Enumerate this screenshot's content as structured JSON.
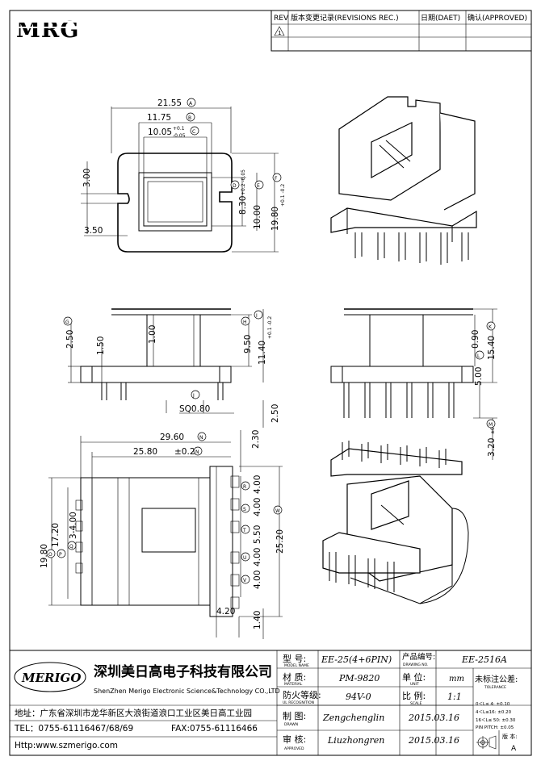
{
  "logo": {
    "brand": "MRG"
  },
  "revision_table": {
    "headers": [
      "REV",
      "版本变更记录(REVISIONS REC.)",
      "日期(DAET)",
      "确认(APPROVED)"
    ],
    "rev_mark": "1"
  },
  "dims_top": {
    "d_a": "21.55",
    "d_b": "11.75",
    "d_c": "10.05",
    "d_c_tol_up": "+0.1",
    "d_c_tol_dn": "-0.05",
    "d_3": "3.00",
    "d_350": "3.50",
    "d_d": "8.30",
    "d_d_tol": "+0.2 -0.05",
    "d_e": "10.00",
    "d_f": "19.80",
    "d_f_tol": "+0.1 -0.2"
  },
  "dims_side": {
    "d_g": "2.50",
    "d_150": "1.50",
    "d_100": "1.00",
    "d_h": "9.50",
    "d_i": "11.40",
    "d_i_tol": "+0.1 -0.2",
    "d_j": "SQ0.80",
    "d_250": "2.50",
    "d_090": "0.90",
    "d_k": "15.40",
    "d_l": "5.00",
    "d_m": "3.20",
    "d_m_tol": "±0.2"
  },
  "dims_bottom": {
    "d_230": "2.30",
    "d_2960": "29.60",
    "d_n": "25.80",
    "d_n_tol": "±0.2",
    "d_o": "19.80",
    "d_p": "17.20",
    "d_q": "3-4.00",
    "d_r": "4.00",
    "d_s": "4.00",
    "d_t": "5.50",
    "d_u": "4.00",
    "d_v": "4.00",
    "d_w": "25.20",
    "d_420": "4.20",
    "d_140": "1.40"
  },
  "circle_labels": [
    "A",
    "B",
    "C",
    "D",
    "E",
    "F",
    "G",
    "H",
    "I",
    "J",
    "K",
    "L",
    "M",
    "N",
    "O",
    "P",
    "Q",
    "R",
    "S",
    "T",
    "U",
    "V",
    "W"
  ],
  "title_block": {
    "company_cn": "深圳美日高电子科技有限公司",
    "company_en": "ShenZhen Merigo Electronic Science&Technology CO.,LTD",
    "logo_text": "MERIGO",
    "address": "地址：广东省深圳市龙华新区大浪街道浪口工业区美日高工业园",
    "tel": "TEL：0755-61116467/68/69",
    "fax": "FAX:0755-61116466",
    "http": "Http:www.szmerigo.com",
    "model_label": "型 号:",
    "model_sub": "MODEL NAME",
    "model": "EE-25(4+6PIN)",
    "drawing_no_label": "产品编号:",
    "drawing_no_sub": "DRAWING NO.",
    "drawing_no": "EE-2516A",
    "material_label": "材 质:",
    "material_sub": "MATERIAL",
    "material": "PM-9820",
    "unit_label": "单 位:",
    "unit_sub": "UNIT",
    "unit": "mm",
    "tol_label": "未标注公差:",
    "tol_sub": "TOLERANCE",
    "tol_rows": [
      "0＜L≤ 4:  ±0.10",
      "4＜L≤16:  ±0.20",
      "16＜L≤ 50:  ±0.30",
      "PIN PITCH: ±0.05"
    ],
    "ul_label": "防火等级:",
    "ul_sub": "UL RECOGNITION",
    "ul": "94V-0",
    "scale_label": "比 例:",
    "scale_sub": "SCALE",
    "scale": "1:1",
    "drawn_label": "制 图:",
    "drawn_sub": "DRAWN",
    "drawn": "Zengchenglin",
    "drawn_date": "2015.03.16",
    "approved_label": "审 核:",
    "approved_sub": "APPROVED",
    "approved": "Liuzhongren",
    "approved_date": "2015.03.16",
    "edition_label": "版 本:",
    "edition": "A"
  }
}
